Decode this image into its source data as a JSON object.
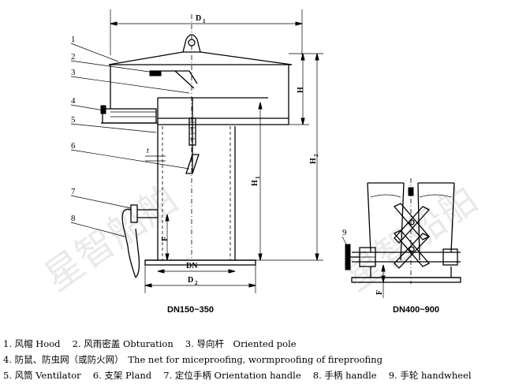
{
  "watermark": "星智船舶",
  "diagram": {
    "left_view_caption": "DN150~350",
    "right_view_caption": "DN400~900",
    "callouts": [
      "1",
      "2",
      "3",
      "4",
      "5",
      "6",
      "7",
      "8",
      "9"
    ],
    "dimensions": {
      "d1": "D",
      "d1_sub": "1",
      "d2": "D",
      "d2_sub": "2",
      "dn": "DN",
      "h": "H",
      "h1": "H",
      "h1_sub": "1",
      "h2": "H",
      "h2_sub": "2",
      "f_left": "F",
      "f_right": "F",
      "t": "t"
    }
  },
  "legend": {
    "line1": "1. 风帽 Hood　 2. 风雨密盖 Obturation　 3. 导向杆　Oriented pole",
    "line2": "4. 防鼠、防虫网（或防火网）　The  net for miceproofing, wormproofing of fireproofing",
    "line3": "5. 风筒 Ventilator　 6. 支架 Pland　 7. 定位手柄 Orientation handle　 8. 手柄 handle　 9. 手轮 handwheel"
  }
}
